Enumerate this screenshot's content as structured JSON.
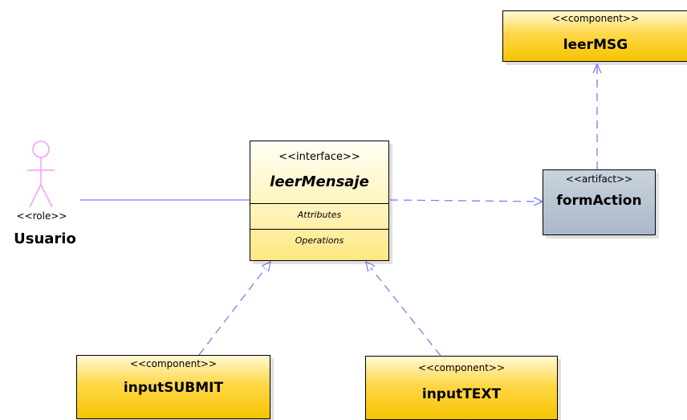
{
  "actor": {
    "stereotype": "<<role>>",
    "name": "Usuario",
    "color": "#ff99ff"
  },
  "interface": {
    "stereotype": "<<interface>>",
    "name": "leerMensaje",
    "attributes_label": "Attributes",
    "operations_label": "Operations"
  },
  "components": {
    "leerMSG": {
      "stereotype": "<<component>>",
      "name": "leerMSG"
    },
    "inputSUBMIT": {
      "stereotype": "<<component>>",
      "name": "inputSUBMIT"
    },
    "inputTEXT": {
      "stereotype": "<<component>>",
      "name": "inputTEXT"
    }
  },
  "artifact": {
    "stereotype": "<<artifact>>",
    "name": "formAction"
  },
  "colors": {
    "component_fill": "#ffd84a",
    "artifact_fill": "#a9b8c8",
    "interface_fill": "#fff3b8",
    "connector": "#7b7bff"
  }
}
